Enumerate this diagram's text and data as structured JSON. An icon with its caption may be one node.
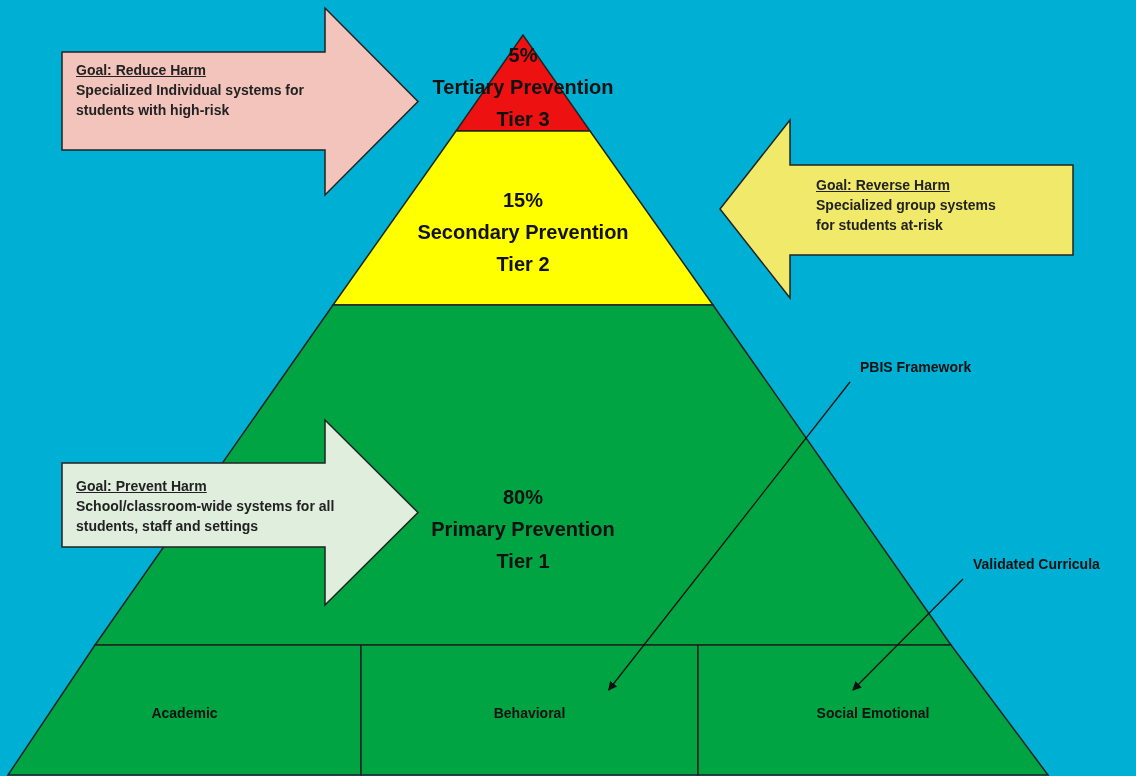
{
  "diagram": {
    "nodes": [
      {
        "text": [
          "Goal:  Reduce Harm",
          "Specialized Individual systems for students with high-risk"
        ]
      },
      {
        "text": [
          "5%",
          "Tertiary Prevention",
          "Tier 3"
        ]
      },
      {
        "text": [
          "Goal:  Reverse Harm",
          "Specialized group systems for students at-risk"
        ]
      },
      {
        "text": [
          "15%",
          "Secondary Prevention",
          "Tier 2"
        ]
      },
      {
        "text": [
          "80%",
          "Primary Prevention",
          "Tier 1"
        ]
      },
      {
        "text": [
          "Goal:  Prevent Harm",
          "School/classroom-wide systems for all students, staff and settings"
        ]
      },
      {
        "text": [
          "PBIS Framework"
        ]
      },
      {
        "text": [
          "Validated Curricula"
        ]
      },
      {
        "text": [
          "Academic"
        ]
      },
      {
        "text": [
          "Behavioral"
        ]
      },
      {
        "text": [
          "Social Emotional"
        ]
      }
    ],
    "edges": [
      {
        "from": 6,
        "to": 9,
        "arrow": "to"
      },
      {
        "from": 7,
        "to": 10,
        "arrow": "to"
      }
    ]
  }
}
